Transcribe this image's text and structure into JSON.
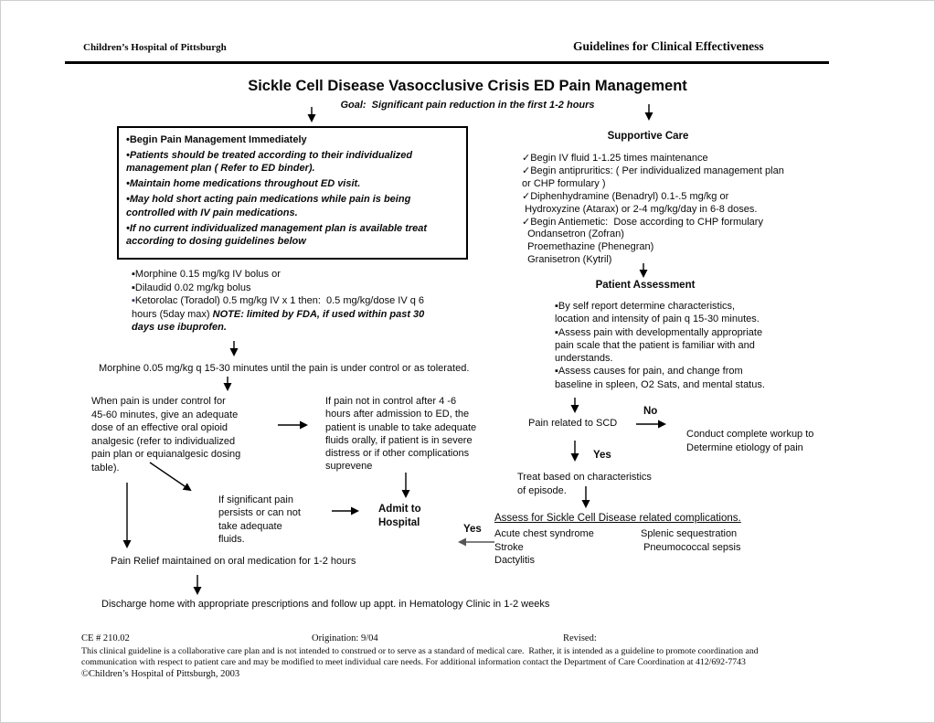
{
  "colors": {
    "background": "#ffffff",
    "text": "#000000",
    "ketorolac_bullet": "#333366",
    "yes_return_arrow": "#888888"
  },
  "header": {
    "left": "Children’s Hospital of Pittsburgh",
    "right": "Guidelines for Clinical Effectiveness"
  },
  "title": "Sickle Cell Disease Vasocclusive Crisis ED Pain Management",
  "goal": "Goal:  Significant pain reduction in the first 1-2 hours",
  "immediate_box": {
    "items": [
      "•Begin Pain Management Immediately",
      "•Patients should be treated according to their individualized management plan ( Refer to ED binder).",
      "•Maintain home medications throughout ED visit.",
      "•May hold short acting pain medications while pain is being controlled with IV pain medications.",
      "•If no current individualized management plan is available treat according to dosing guidelines below"
    ]
  },
  "supportive": {
    "title": "Supportive Care",
    "items": [
      "✓Begin IV fluid 1-1.25 times maintenance",
      "✓Begin antipruritics: ( Per individualized management plan\nor CHP formulary )",
      "✓Diphenhydramine (Benadryl) 0.1-.5 mg/kg or\n Hydroxyzine (Atarax) or 2-4 mg/kg/day in 6-8 doses.",
      "✓Begin Antiemetic:  Dose according to CHP formulary\n  Ondansetron (Zofran)\n  Proemethazine (Phenegran)\n  Granisetron (Kytril)"
    ]
  },
  "assessment": {
    "title": "Patient Assessment",
    "items": [
      "▪By self report determine characteristics,\nlocation and intensity of pain q 15-30 minutes.",
      "▪Assess pain with developmentally appropriate\npain scale that the patient is familiar with and\nunderstands.",
      "▪Assess causes for pain, and change from\nbaseline in spleen, O2 Sats, and mental status."
    ]
  },
  "dosing": {
    "items": [
      "▪Morphine 0.15 mg/kg IV bolus or",
      "▪Dilaudid 0.02 mg/kg bolus"
    ],
    "ketorolac_bullet": "▪",
    "ketorolac": "Ketorolac (Toradol) 0.5 mg/kg IV x 1 then:  0.5 mg/kg/dose IV q 6 hours (5day max) ",
    "ketorolac_note": "NOTE: limited by FDA, if used within past 30 days use ibuprofen."
  },
  "titration": "Morphine 0.05 mg/kg q 15-30 minutes until the pain is under control or as tolerated.",
  "flow": {
    "when_pain": "When pain is under control for\n45-60 minutes, give an adequate\ndose of an effective oral opioid\nanalgesic (refer to individualized\npain plan or equianalgesic dosing\ntable).",
    "if_pain_not": "If pain not in control after 4 -6\nhours after admission to ED, the\npatient is unable to take adequate\nfluids orally, if patient is in severe\ndistress or if other complications\nsuprevene",
    "if_significant": "If significant pain\npersists or can not\ntake adequate\nfluids.",
    "admit": "Admit to\nHospital",
    "yes_label_admit": "Yes",
    "pain_relief": "Pain Relief maintained on oral medication for 1-2 hours",
    "discharge": "Discharge home with appropriate prescriptions and follow up appt. in Hematology Clinic in 1-2 weeks",
    "pain_related": "Pain related to SCD",
    "no_label": "No",
    "yes_label": "Yes",
    "conduct": "Conduct complete workup to\nDetermine etiology of pain",
    "treat": "Treat based on characteristics\nof episode.",
    "assess_title": "Assess for Sickle Cell Disease related complications.",
    "complications_col1": "Acute chest syndrome\nStroke\nDactylitis",
    "complications_col2": "Splenic sequestration\n Pneumococcal sepsis"
  },
  "footer": {
    "ce": "CE # 210.02",
    "origination": "Origination: 9/04",
    "revised": "Revised:",
    "disclaimer": "This clinical guideline is a collaborative care plan and is not intended to construed or to serve as a standard of medical care.  Rather, it is intended as a guideline to promote coordination and\ncommunication with respect to patient care and may be modified to meet individual care needs. For additional information contact the Department of Care Coordination at 412/692-7743",
    "copyright": "©Children’s Hospital of Pittsburgh, 2003"
  }
}
